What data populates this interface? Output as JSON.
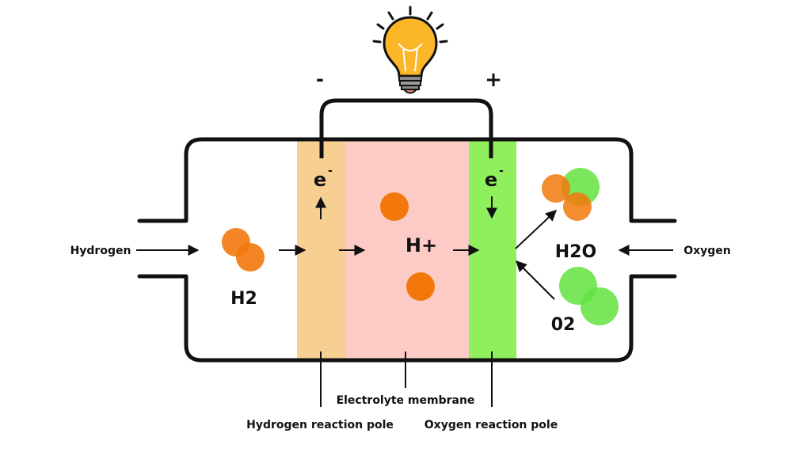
{
  "labels": {
    "minus": "-",
    "plus": "+",
    "electron_left": "e",
    "electron_right": "e",
    "electron_superscript": "-",
    "proton": "H+",
    "hydrogen_input": "Hydrogen",
    "oxygen_input": "Oxygen",
    "h2": "H2",
    "h2o": "H2O",
    "o2": "02",
    "electrolyte_membrane": "Electrolyte membrane",
    "hydrogen_pole": "Hydrogen reaction pole",
    "oxygen_pole": "Oxygen reaction pole"
  },
  "colors": {
    "outline": "#111111",
    "anode_band": "#f7cf92",
    "membrane_band": "#fdcbc6",
    "cathode_band": "#8fef5c",
    "hydrogen_atom": "#f2780c",
    "oxygen_atom": "#63e23f",
    "bulb_glass": "#fcb728",
    "bulb_base": "#8a8a8a"
  },
  "icons": {
    "bulb": "light-bulb-icon"
  }
}
